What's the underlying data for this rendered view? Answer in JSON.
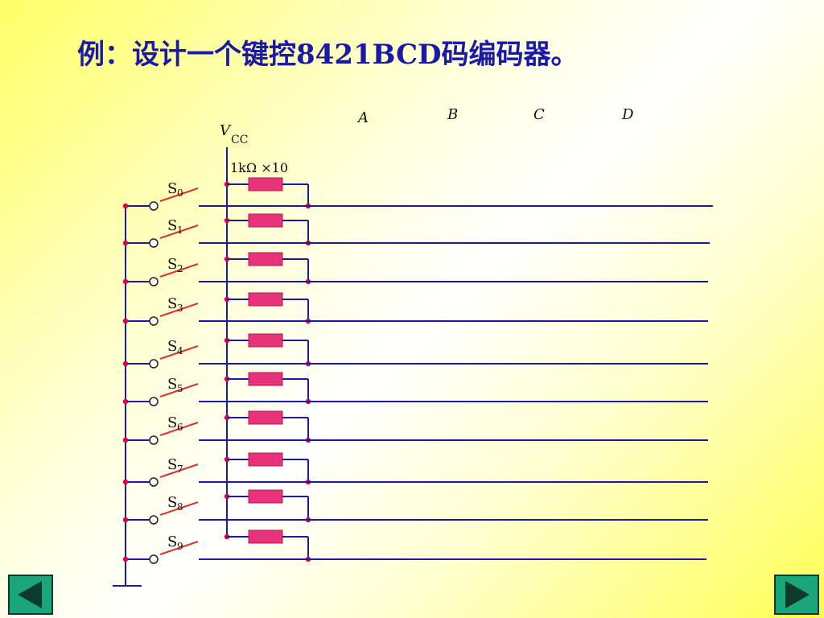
{
  "title": "例：设计一个键控8421BCD码编码器。",
  "diagram": {
    "outputs": [
      "A",
      "B",
      "C",
      "D"
    ],
    "supply": {
      "label": "V",
      "sub": "CC"
    },
    "resistor_label": "1kΩ ×10",
    "switches": [
      {
        "name": "S",
        "sub": "0"
      },
      {
        "name": "S",
        "sub": "1"
      },
      {
        "name": "S",
        "sub": "2"
      },
      {
        "name": "S",
        "sub": "3"
      },
      {
        "name": "S",
        "sub": "4"
      },
      {
        "name": "S",
        "sub": "5"
      },
      {
        "name": "S",
        "sub": "6"
      },
      {
        "name": "S",
        "sub": "7"
      },
      {
        "name": "S",
        "sub": "8"
      },
      {
        "name": "S",
        "sub": "9"
      }
    ]
  },
  "nav": {
    "prev_icon": "triangle-left-icon",
    "next_icon": "triangle-right-icon"
  },
  "colors": {
    "wire": "#1a1aa6",
    "dot": "#e0003a",
    "resistor": "#e8327a",
    "switch": "#e03030",
    "button": "#1aa67a"
  }
}
